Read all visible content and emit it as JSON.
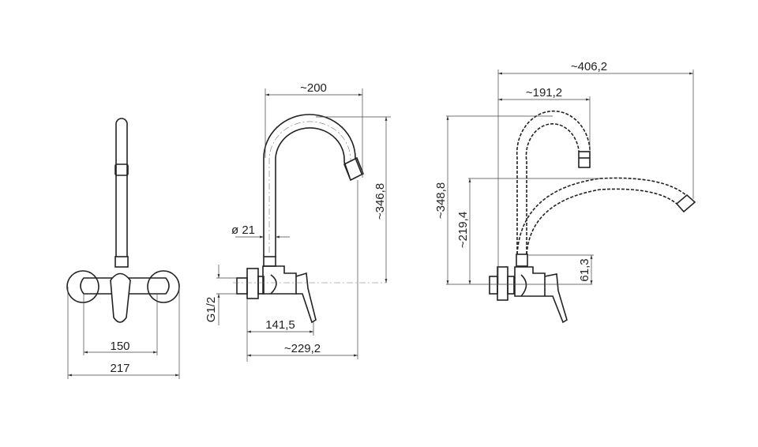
{
  "drawing": {
    "front_view": {
      "dim_inner": "150",
      "dim_outer": "217"
    },
    "side_view": {
      "dim_reach": "~200",
      "dim_height": "~346,8",
      "dim_diameter": "ø 21",
      "dim_thread": "G1/2",
      "dim_lever": "141,5",
      "dim_depth": "~229,2"
    },
    "alt_view": {
      "dim_long_reach": "~406,2",
      "dim_short_reach": "~191,2",
      "dim_height_high": "~348,8",
      "dim_height_low": "~219,4",
      "dim_collar": "61,3"
    }
  }
}
